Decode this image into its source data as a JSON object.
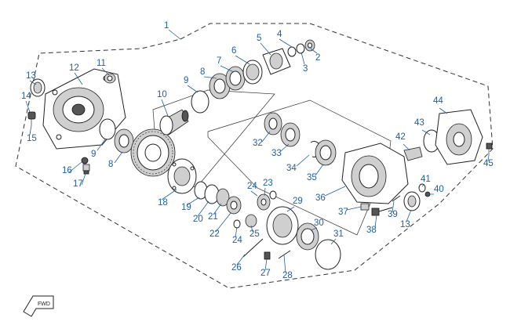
{
  "diagram": {
    "callouts": [
      "1",
      "2",
      "3",
      "4",
      "5",
      "6",
      "7",
      "8",
      "9",
      "10",
      "11",
      "12",
      "13",
      "14",
      "15",
      "16",
      "17",
      "18",
      "19",
      "20",
      "21",
      "22",
      "23",
      "24",
      "25",
      "26",
      "27",
      "28",
      "29",
      "30",
      "31",
      "32",
      "33",
      "34",
      "35",
      "36",
      "37",
      "38",
      "39",
      "40",
      "41",
      "42",
      "43",
      "44",
      "45"
    ],
    "duplicate_callouts": {
      "8b": "8",
      "9b": "9",
      "13b": "13",
      "24b": "24"
    },
    "fwd_label": "FWD",
    "colors": {
      "callout": "#1f5fa8",
      "line": "#222222"
    }
  }
}
